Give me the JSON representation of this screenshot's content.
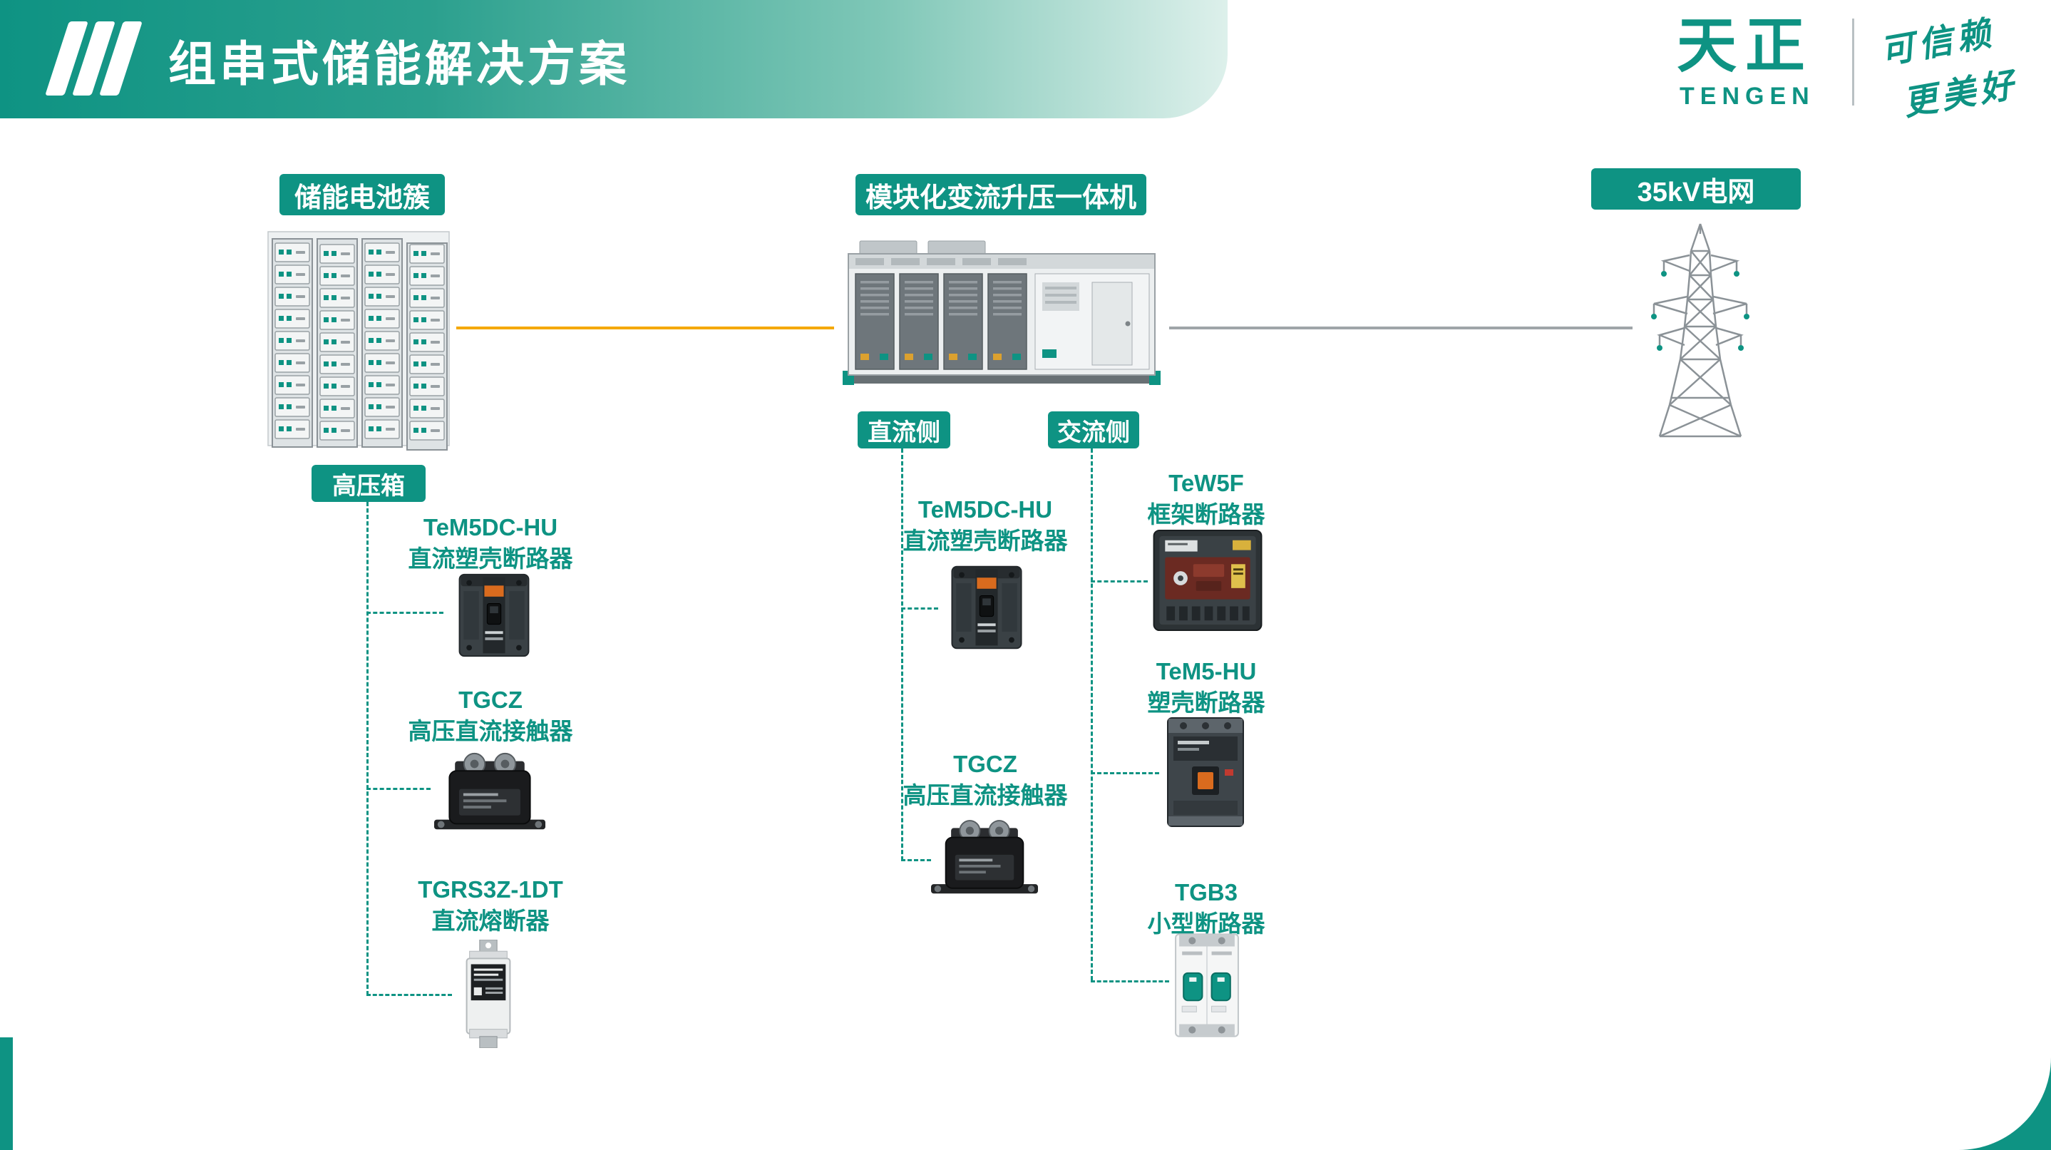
{
  "header": {
    "title": "组串式储能解决方案"
  },
  "logo": {
    "brand_cn": "天正",
    "brand_en": "TENGEN",
    "slogan_top": "可信赖",
    "slogan_bottom": "更美好"
  },
  "diagram": {
    "battery_label": "储能电池簇",
    "converter_label": "模块化变流升压一体机",
    "grid_label": "35kV电网",
    "hv_box_label": "高压箱",
    "dc_side_label": "直流侧",
    "ac_side_label": "交流侧"
  },
  "products": {
    "hv_box": [
      {
        "model": "TeM5DC-HU",
        "name": "直流塑壳断路器"
      },
      {
        "model": "TGCZ",
        "name": "高压直流接触器"
      },
      {
        "model": "TGRS3Z-1DT",
        "name": "直流熔断器"
      }
    ],
    "dc_side": [
      {
        "model": "TeM5DC-HU",
        "name": "直流塑壳断路器"
      },
      {
        "model": "TGCZ",
        "name": "高压直流接触器"
      }
    ],
    "ac_side": [
      {
        "model": "TeW5F",
        "name": "框架断路器"
      },
      {
        "model": "TeM5-HU",
        "name": "塑壳断路器"
      },
      {
        "model": "TGB3",
        "name": "小型断路器"
      }
    ]
  },
  "colors": {
    "accent": "#0E9383",
    "dc_line": "#F5A800",
    "ac_line": "#9FA5A8"
  }
}
